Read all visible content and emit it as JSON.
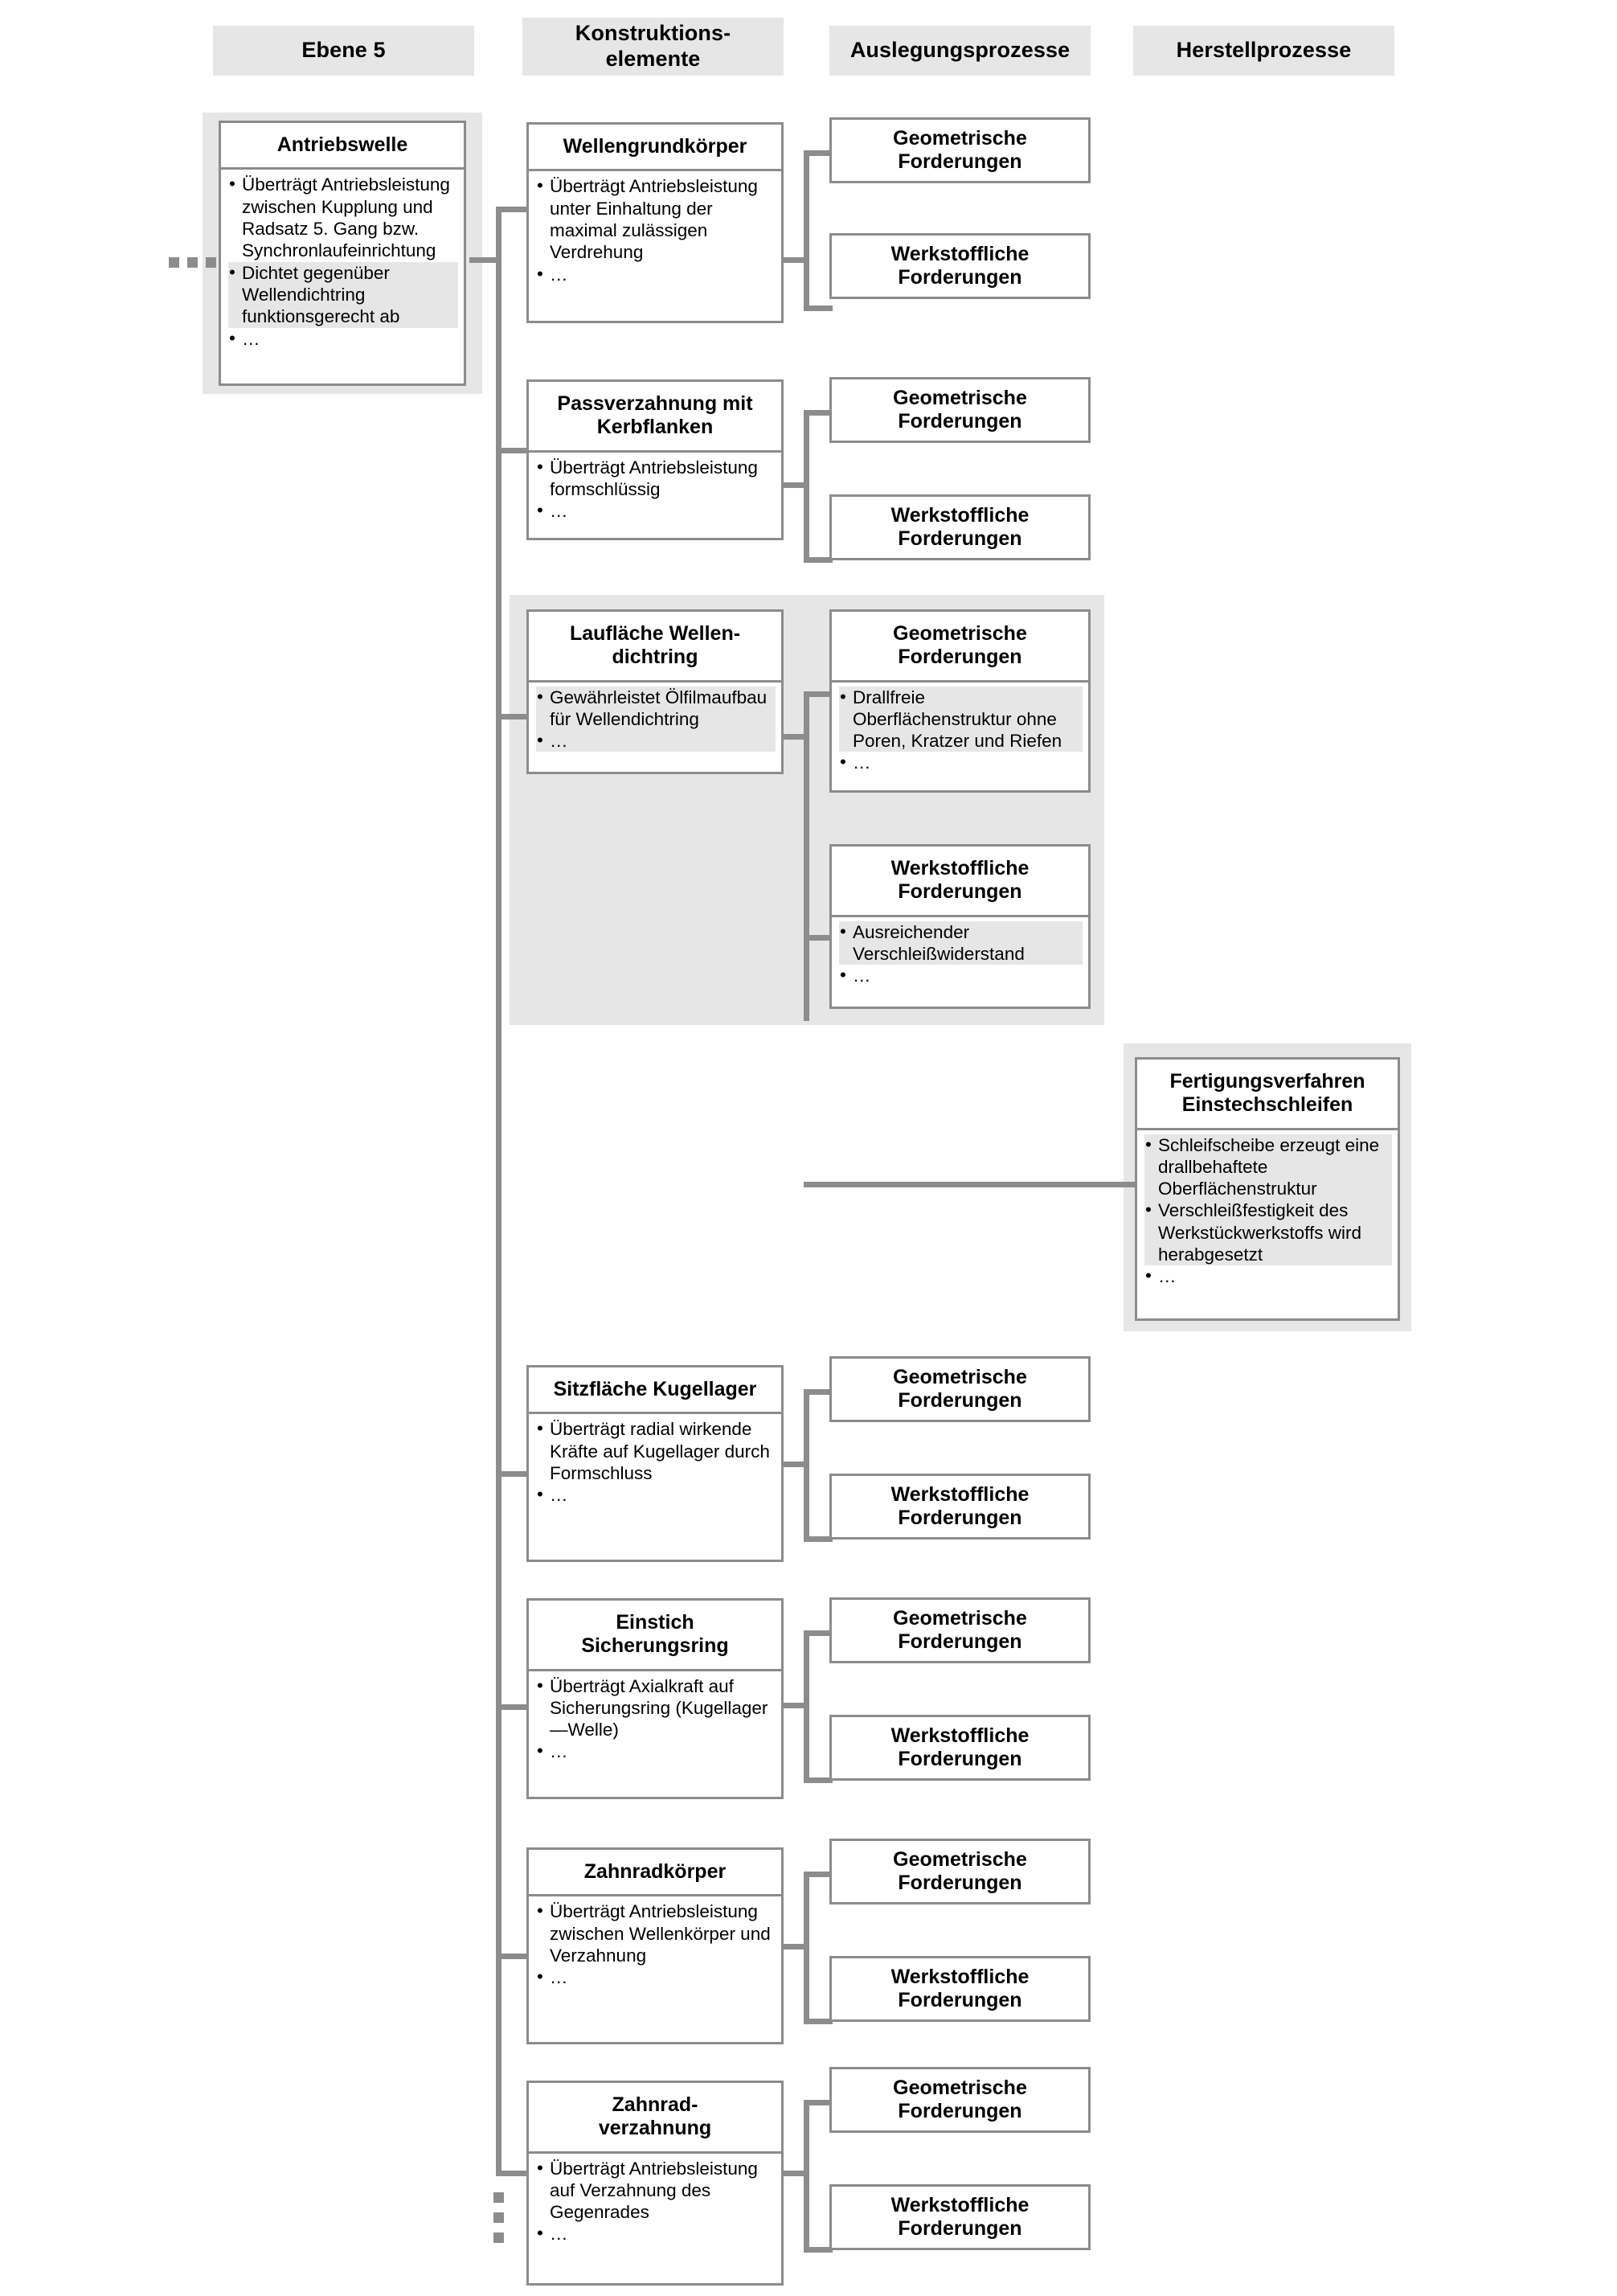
{
  "columns": [
    {
      "id": "ebene5",
      "label": "Ebene 5"
    },
    {
      "id": "konstr",
      "label": "Konstruktions-\nelemente"
    },
    {
      "id": "auslegung",
      "label": "Auslegungsprozesse"
    },
    {
      "id": "herstell",
      "label": "Herstellprozesse"
    }
  ],
  "labels": {
    "geometrische": "Geometrische\nForderungen",
    "werkstoffliche": "Werkstoffliche\nForderungen"
  },
  "level5": {
    "title": "Antriebswelle",
    "bullets": [
      {
        "text": "Überträgt Antriebsleistung zwischen Kupplung und Radsatz 5. Gang bzw. Synchronlaufeinrichtung",
        "highlight": false
      },
      {
        "text": "Dichtet gegenüber Wellendichtring funktionsgerecht ab",
        "highlight": true
      },
      {
        "text": "…",
        "highlight": false
      }
    ]
  },
  "elements": [
    {
      "id": "wellengrundkoerper",
      "title": "Wellengrundkörper",
      "bullets": [
        {
          "text": "Überträgt Antriebsleistung unter Einhaltung der maximal zulässigen Verdrehung",
          "highlight": false
        },
        {
          "text": "…",
          "highlight": false
        }
      ],
      "requirements": [
        {
          "title": "Geometrische\nForderungen",
          "bullets": []
        },
        {
          "title": "Werkstoffliche\nForderungen",
          "bullets": []
        }
      ]
    },
    {
      "id": "passverzahnung",
      "title": "Passverzahnung mit\nKerbflanken",
      "bullets": [
        {
          "text": "Überträgt Antriebsleistung formschlüssig",
          "highlight": false
        },
        {
          "text": "…",
          "highlight": false
        }
      ],
      "requirements": [
        {
          "title": "Geometrische\nForderungen",
          "bullets": []
        },
        {
          "title": "Werkstoffliche\nForderungen",
          "bullets": []
        }
      ]
    },
    {
      "id": "lauffläche-wellendichtring",
      "title": "Laufläche Wellen-\ndichtring",
      "bullets": [
        {
          "text": "Gewährleistet Ölfilmaufbau für Wellendichtring",
          "highlight": true
        },
        {
          "text": "…",
          "highlight": true
        }
      ],
      "requirements": [
        {
          "title": "Geometrische\nForderungen",
          "bullets": [
            {
              "text": "Drallfreie Oberflächenstruktur ohne Poren, Kratzer und Riefen",
              "highlight": true
            },
            {
              "text": "…",
              "highlight": false
            }
          ]
        },
        {
          "title": "Werkstoffliche\nForderungen",
          "bullets": [
            {
              "text": "Ausreichender Verschleißwiderstand",
              "highlight": true
            },
            {
              "text": "…",
              "highlight": false
            }
          ]
        }
      ]
    },
    {
      "id": "sitzflaeche-kugellager",
      "title": "Sitzfläche Kugellager",
      "bullets": [
        {
          "text": "Überträgt radial wirkende Kräfte auf Kugellager durch Formschluss",
          "highlight": false
        },
        {
          "text": "…",
          "highlight": false
        }
      ],
      "requirements": [
        {
          "title": "Geometrische\nForderungen",
          "bullets": []
        },
        {
          "title": "Werkstoffliche\nForderungen",
          "bullets": []
        }
      ]
    },
    {
      "id": "einstich-sicherungsring",
      "title": "Einstich\nSicherungsring",
      "bullets": [
        {
          "text": "Überträgt Axialkraft auf Sicherungsring (Kugellager—Welle)",
          "highlight": false
        },
        {
          "text": "…",
          "highlight": false
        }
      ],
      "requirements": [
        {
          "title": "Geometrische\nForderungen",
          "bullets": []
        },
        {
          "title": "Werkstoffliche\nForderungen",
          "bullets": []
        }
      ]
    },
    {
      "id": "zahnradkoerper",
      "title": "Zahnradkörper",
      "bullets": [
        {
          "text": "Überträgt Antriebsleistung zwischen Wellenkörper und Verzahnung",
          "highlight": false
        },
        {
          "text": "…",
          "highlight": false
        }
      ],
      "requirements": [
        {
          "title": "Geometrische\nForderungen",
          "bullets": []
        },
        {
          "title": "Werkstoffliche\nForderungen",
          "bullets": []
        }
      ]
    },
    {
      "id": "zahnradverzahnung",
      "title": "Zahnrad-\nverzahnung",
      "bullets": [
        {
          "text": "Überträgt Antriebsleistung auf Verzahnung des Gegenrades",
          "highlight": false
        },
        {
          "text": "…",
          "highlight": false
        }
      ],
      "requirements": [
        {
          "title": "Geometrische\nForderungen",
          "bullets": []
        },
        {
          "title": "Werkstoffliche\nForderungen",
          "bullets": []
        }
      ]
    }
  ],
  "process": {
    "title": "Fertigungsverfahren\nEinstechschleifen",
    "bullets": [
      {
        "text": "Schleifscheibe erzeugt eine drallbehaftete Oberflächenstruktur",
        "highlight": true
      },
      {
        "text": "Verschleißfestigkeit des Werkstückwerkstoffs wird herabgesetzt",
        "highlight": true
      },
      {
        "text": "…",
        "highlight": false
      }
    ]
  },
  "colors": {
    "line": "#8c8c8c",
    "halo": "#e6e6e6",
    "header_bg": "#e6e6e6",
    "box_bg": "#ffffff",
    "text": "#000000"
  }
}
